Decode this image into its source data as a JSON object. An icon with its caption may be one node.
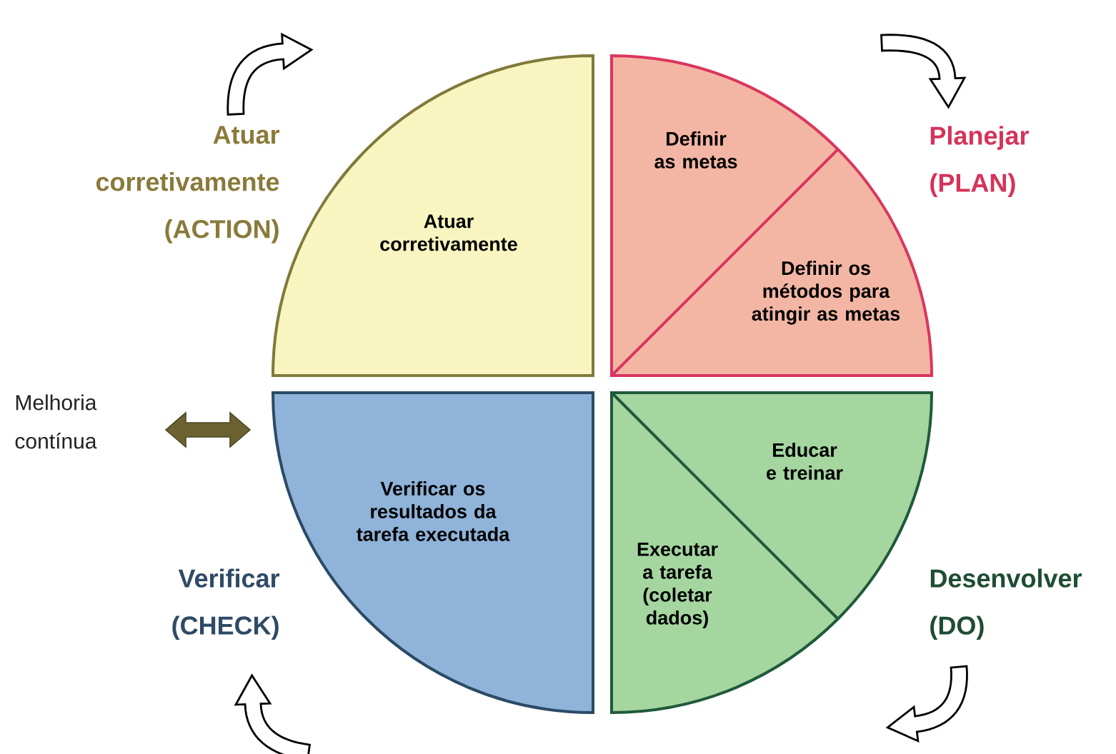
{
  "diagram": {
    "nodes": [
      {
        "text": [
          "Atuar corretivamente"
        ]
      },
      {
        "text": [
          "Definir as metas",
          "Definir os métodos para atingir as metas"
        ]
      },
      {
        "text": [
          "Verificar os resultados da tarefa executada"
        ]
      },
      {
        "text": [
          "Educar e treinar",
          "Executar a tarefa (coletar dados)"
        ]
      }
    ],
    "labels": [
      "Atuar corretivamente (ACTION)",
      "Planejar (PLAN)",
      "Melhoria contínua",
      "Verificar (CHECK)",
      "Desenvolver (DO)"
    ]
  }
}
